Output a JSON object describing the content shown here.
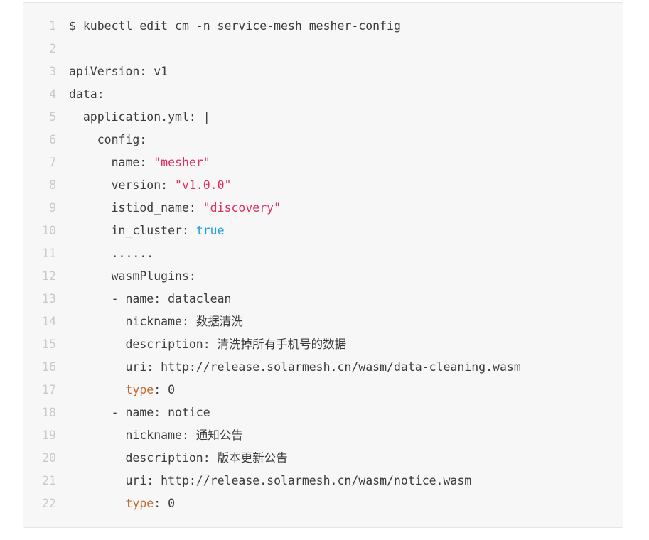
{
  "colors": {
    "page_bg": "#ffffff",
    "block_bg": "#f7f7f7",
    "block_border": "#e6e6e6",
    "line_number": "#c9c9c9",
    "text": "#3b3b3b",
    "string": "#e02f5f",
    "literal": "#1d9fd7",
    "keyword": "#bf6b2f"
  },
  "code": {
    "language": "yaml",
    "shell_command": "$ kubectl edit cm -n service-mesh mesher-config",
    "lines": [
      {
        "n": "1",
        "tokens": [
          {
            "t": "$ kubectl edit cm -n service-mesh mesher-config",
            "c": "text"
          }
        ]
      },
      {
        "n": "2",
        "tokens": []
      },
      {
        "n": "3",
        "tokens": [
          {
            "t": "apiVersion: v1",
            "c": "text"
          }
        ]
      },
      {
        "n": "4",
        "tokens": [
          {
            "t": "data:",
            "c": "text"
          }
        ]
      },
      {
        "n": "5",
        "tokens": [
          {
            "t": "  application.yml: |",
            "c": "text"
          }
        ]
      },
      {
        "n": "6",
        "tokens": [
          {
            "t": "    config:",
            "c": "text"
          }
        ]
      },
      {
        "n": "7",
        "tokens": [
          {
            "t": "      name: ",
            "c": "text"
          },
          {
            "t": "\"mesher\"",
            "c": "string"
          }
        ]
      },
      {
        "n": "8",
        "tokens": [
          {
            "t": "      version: ",
            "c": "text"
          },
          {
            "t": "\"v1.0.0\"",
            "c": "string"
          }
        ]
      },
      {
        "n": "9",
        "tokens": [
          {
            "t": "      istiod_name: ",
            "c": "text"
          },
          {
            "t": "\"discovery\"",
            "c": "string"
          }
        ]
      },
      {
        "n": "10",
        "tokens": [
          {
            "t": "      in_cluster: ",
            "c": "text"
          },
          {
            "t": "true",
            "c": "literal"
          }
        ]
      },
      {
        "n": "11",
        "tokens": [
          {
            "t": "      ......",
            "c": "text"
          }
        ]
      },
      {
        "n": "12",
        "tokens": [
          {
            "t": "      wasmPlugins:",
            "c": "text"
          }
        ]
      },
      {
        "n": "13",
        "tokens": [
          {
            "t": "      - name: dataclean",
            "c": "text"
          }
        ]
      },
      {
        "n": "14",
        "tokens": [
          {
            "t": "        nickname: 数据清洗",
            "c": "text"
          }
        ]
      },
      {
        "n": "15",
        "tokens": [
          {
            "t": "        description: 清洗掉所有手机号的数据",
            "c": "text"
          }
        ]
      },
      {
        "n": "16",
        "tokens": [
          {
            "t": "        uri: http://release.solarmesh.cn/wasm/data-cleaning.wasm",
            "c": "text"
          }
        ]
      },
      {
        "n": "17",
        "tokens": [
          {
            "t": "        ",
            "c": "text"
          },
          {
            "t": "type",
            "c": "keyword"
          },
          {
            "t": ": 0",
            "c": "text"
          }
        ]
      },
      {
        "n": "18",
        "tokens": [
          {
            "t": "      - name: notice",
            "c": "text"
          }
        ]
      },
      {
        "n": "19",
        "tokens": [
          {
            "t": "        nickname: 通知公告",
            "c": "text"
          }
        ]
      },
      {
        "n": "20",
        "tokens": [
          {
            "t": "        description: 版本更新公告",
            "c": "text"
          }
        ]
      },
      {
        "n": "21",
        "tokens": [
          {
            "t": "        uri: http://release.solarmesh.cn/wasm/notice.wasm",
            "c": "text"
          }
        ]
      },
      {
        "n": "22",
        "tokens": [
          {
            "t": "        ",
            "c": "text"
          },
          {
            "t": "type",
            "c": "keyword"
          },
          {
            "t": ": 0",
            "c": "text"
          }
        ]
      }
    ]
  }
}
